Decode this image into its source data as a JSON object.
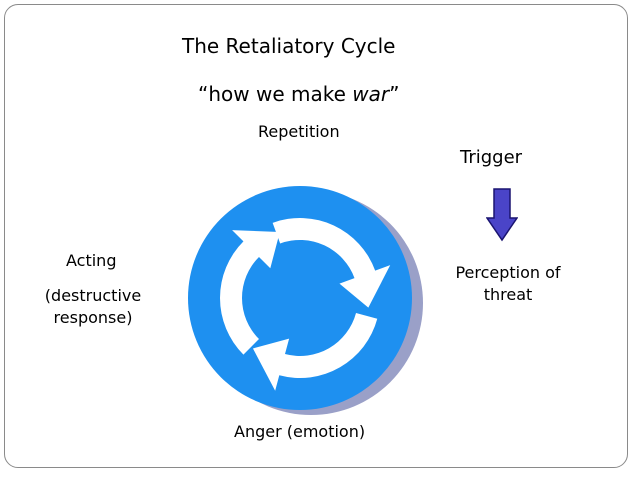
{
  "title": "The Retaliatory Cycle",
  "subtitle": {
    "lead": "“how we make ",
    "emph": "war",
    "trail": "”"
  },
  "labels": {
    "repetition": "Repetition",
    "trigger": "Trigger",
    "acting": "Acting",
    "acting_detail": "(destructive response)",
    "perception": "Perception of threat",
    "anger": "Anger (emotion)"
  },
  "icons": {
    "cycle": "circular-arrows-icon",
    "trigger": "arrow-down-icon"
  },
  "colors": {
    "circle": "#1e90f0",
    "circle_shadow": "#9aa0c8",
    "arrows": "#ffffff",
    "trigger_arrow": "#4a44c8",
    "trigger_arrow_outline": "#1a1470",
    "border": "#8a8a8a"
  }
}
